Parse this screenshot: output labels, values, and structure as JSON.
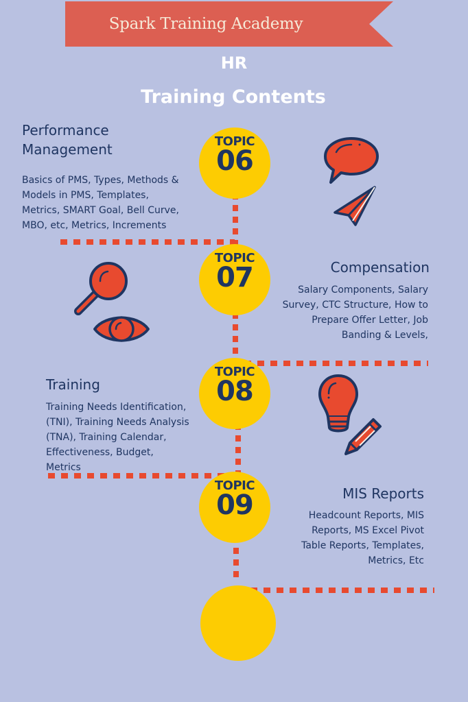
{
  "banner": {
    "title": "Spark Training Academy",
    "color": "#dc5f52"
  },
  "header": {
    "line1": "HR",
    "line2": "Training Contents"
  },
  "colors": {
    "background": "#b9c1e1",
    "circle": "#fdcc02",
    "dash": "#e84a2f",
    "text": "#1f3561",
    "icon_fill": "#e84a2f",
    "icon_stroke": "#1f3561"
  },
  "topics": [
    {
      "label": "TOPIC",
      "number": "06",
      "title_line1": "Performance",
      "title_line2": "Management",
      "lines": [
        "Basics of PMS, Types, Methods &",
        "Models in PMS, Templates,",
        "Metrics, SMART Goal, Bell Curve,",
        "MBO, etc, Metrics, Increments"
      ],
      "icons": [
        "speech-bubble-icon",
        "paper-plane-icon"
      ]
    },
    {
      "label": "TOPIC",
      "number": "07",
      "title": "Compensation",
      "lines": [
        "Salary Components, Salary",
        "Survey, CTC Structure, How to",
        "Prepare Offer Letter, Job",
        "Banding & Levels,"
      ],
      "icons": [
        "magnifier-icon",
        "eye-icon"
      ]
    },
    {
      "label": "TOPIC",
      "number": "08",
      "title": "Training",
      "lines": [
        "Training Needs Identification,",
        "(TNI), Training Needs Analysis",
        "(TNA), Training Calendar,",
        "Effectiveness, Budget,",
        "Metrics"
      ],
      "icons": [
        "lightbulb-icon",
        "pencil-icon"
      ]
    },
    {
      "label": "TOPIC",
      "number": "09",
      "title": "MIS Reports",
      "lines": [
        "Headcount Reports, MIS",
        "Reports, MS Excel Pivot",
        "Table Reports, Templates,",
        "Metrics, Etc"
      ]
    }
  ]
}
